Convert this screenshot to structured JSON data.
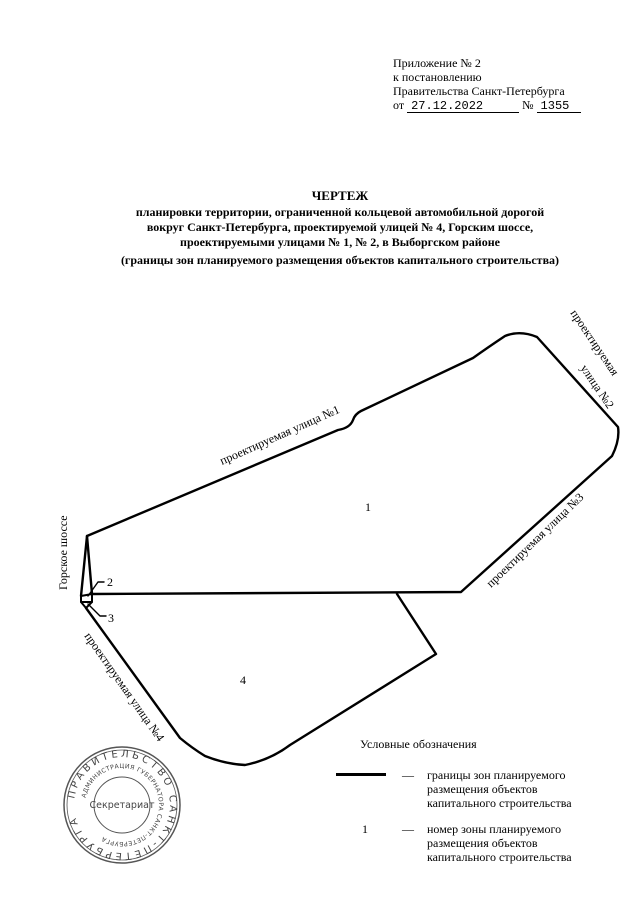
{
  "appendix": {
    "line1": "Приложение № 2",
    "line2": "к постановлению",
    "line3": "Правительства Санкт-Петербурга",
    "from_label": "от",
    "date": "27.12.2022",
    "number_label": "№",
    "number": "1355"
  },
  "title": {
    "heading": "ЧЕРТЕЖ",
    "line1": "планировки территории, ограниченной кольцевой автомобильной дорогой",
    "line2": "вокруг Санкт-Петербурга, проектируемой улицей № 4, Горским шоссе,",
    "line3": "проектируемыми улицами № 1, № 2, в Выборгском районе",
    "subtitle": "(границы зон планируемого размещения объектов капитального строительства)"
  },
  "drawing": {
    "zones": [
      {
        "label": "1"
      },
      {
        "label": "2"
      },
      {
        "label": "3"
      },
      {
        "label": "4"
      }
    ],
    "streets": {
      "street1": "проектируемая улица №1",
      "street2_a": "проектируемая",
      "street2_b": "улица №2",
      "street3": "проектируемая улица №3",
      "street4": "проектируемая улица №4",
      "gorskoe": "Горское шоссе"
    },
    "line_color": "#000000"
  },
  "legend": {
    "title": "Условные обозначения",
    "items": [
      {
        "symbol": "",
        "dash": "—",
        "text": "границы зон планируемого размещения объектов капитального строительства"
      },
      {
        "symbol": "1",
        "dash": "—",
        "text": "номер зоны планируемого размещения объектов капитального строительства"
      }
    ]
  },
  "stamp": {
    "outer_text": "ПРАВИТЕЛЬСТВО САНКТ-ПЕТЕРБУРГА",
    "inner_text": "АДМИНИСТРАЦИЯ ГУБЕРНАТОРА САНКТ-ПЕТЕРБУРГА",
    "center_text": "Секретариат"
  }
}
